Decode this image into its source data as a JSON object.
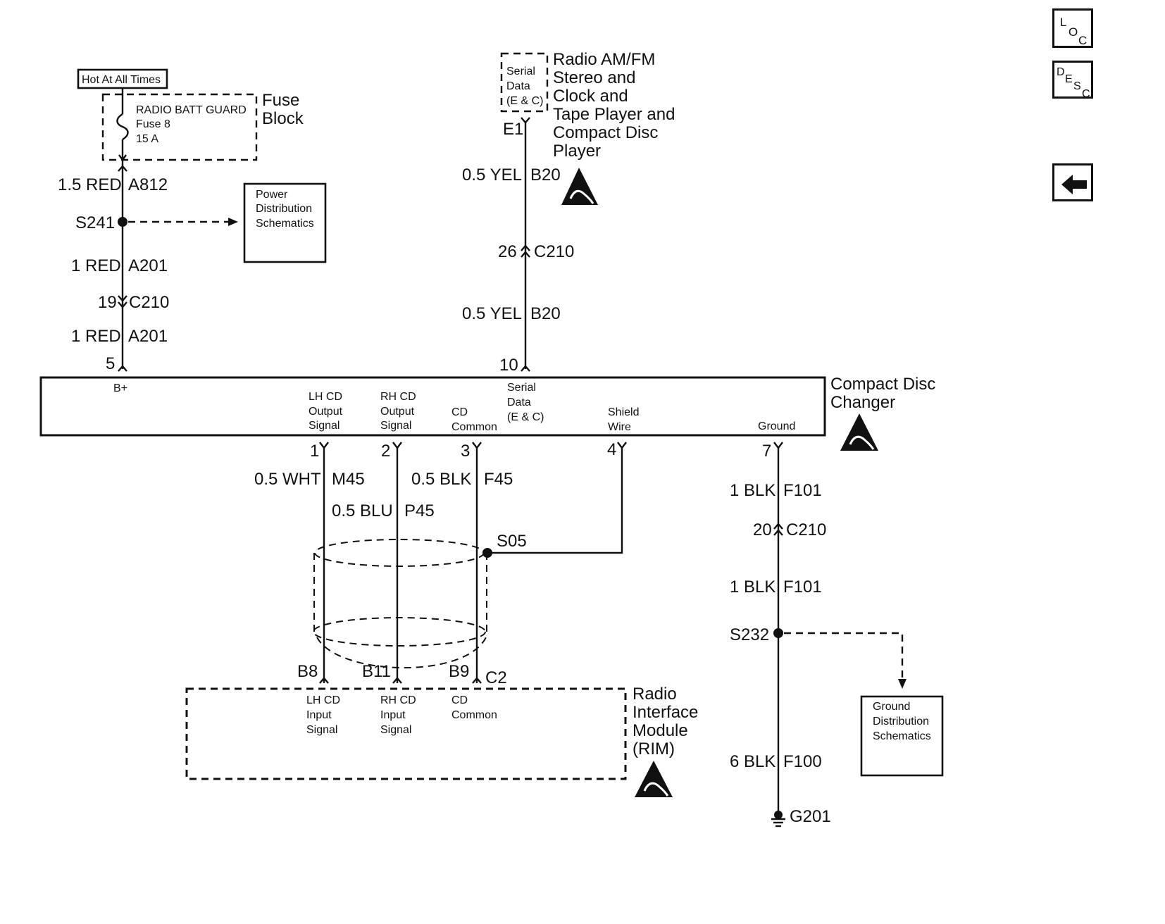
{
  "nav": {
    "loc": [
      "L",
      "O",
      "C"
    ],
    "desc": [
      "D",
      "E",
      "S",
      "C"
    ],
    "back_icon": "arrow-left-icon"
  },
  "power": {
    "hot_label": "Hot At All Times",
    "fuse_name": "RADIO BATT GUARD",
    "fuse_num": "Fuse 8",
    "fuse_amp": "15 A",
    "fuse_block": [
      "Fuse",
      "Block"
    ],
    "w1_gauge": "1.5 RED",
    "w1_circuit": "A812",
    "splice": "S241",
    "pds": [
      "Power",
      "Distribution",
      "Schematics"
    ],
    "w2_gauge": "1 RED",
    "w2_circuit": "A201",
    "conn_pin": "19",
    "conn_name": "C210",
    "w3_gauge": "1 RED",
    "w3_circuit": "A201",
    "pin": "5"
  },
  "radio": {
    "serial": [
      "Serial",
      "Data",
      "(E & C)"
    ],
    "title": [
      "Radio AM/FM",
      "Stereo and",
      "Clock and",
      "Tape Player and",
      "Compact Disc",
      "Player"
    ],
    "pin": "E1",
    "w1_gauge": "0.5 YEL",
    "w1_circuit": "B20",
    "conn_pin": "26",
    "conn_name": "C210",
    "w2_gauge": "0.5 YEL",
    "w2_circuit": "B20",
    "pin2": "10"
  },
  "changer": {
    "title": [
      "Compact Disc",
      "Changer"
    ],
    "bplus": "B+",
    "lh": [
      "LH CD",
      "Output",
      "Signal"
    ],
    "rh": [
      "RH CD",
      "Output",
      "Signal"
    ],
    "cd": [
      "CD",
      "Common"
    ],
    "serial": [
      "Serial",
      "Data",
      "(E & C)"
    ],
    "shield": [
      "Shield",
      "Wire"
    ],
    "ground": "Ground",
    "p1": "1",
    "p2": "2",
    "p3": "3",
    "p4": "4",
    "p7": "7"
  },
  "wires": {
    "m45_gauge": "0.5 WHT",
    "m45": "M45",
    "p45_gauge": "0.5 BLU",
    "p45": "P45",
    "f45_gauge": "0.5 BLK",
    "f45": "F45",
    "s05": "S05"
  },
  "ground": {
    "w1_gauge": "1 BLK",
    "w1_circuit": "F101",
    "conn_pin": "20",
    "conn_name": "C210",
    "w2_gauge": "1 BLK",
    "w2_circuit": "F101",
    "splice": "S232",
    "gds": [
      "Ground",
      "Distribution",
      "Schematics"
    ],
    "w3_gauge": "6 BLK",
    "w3_circuit": "F100",
    "g": "G201"
  },
  "rim": {
    "title": [
      "Radio",
      "Interface",
      "Module",
      "(RIM)"
    ],
    "b8": "B8",
    "b11": "B11",
    "b9": "B9",
    "c2": "C2",
    "lh": [
      "LH CD",
      "Input",
      "Signal"
    ],
    "rh": [
      "RH CD",
      "Input",
      "Signal"
    ],
    "cd": [
      "CD",
      "Common"
    ]
  },
  "icons": {
    "esd": "esd-warning-icon"
  }
}
